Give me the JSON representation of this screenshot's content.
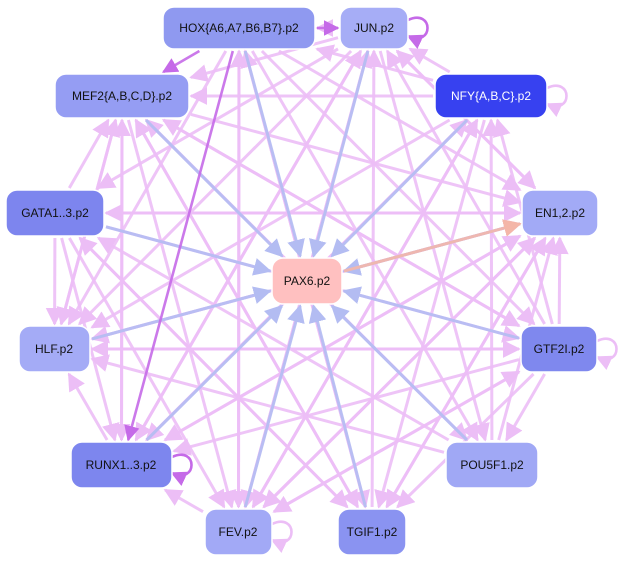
{
  "colors": {
    "edge_lavender": "#ecbef6",
    "edge_blue": "#b3bcf2",
    "edge_magenta": "#c56ae8",
    "node_outline": "#ffffff",
    "label_dark": "#111111",
    "label_light": "#ffffff"
  },
  "nodes": [
    {
      "id": "hox",
      "label": "HOX{A6,A7,B6,B7}.p2",
      "fill": "#8f99f0"
    },
    {
      "id": "jun",
      "label": "JUN.p2",
      "fill": "#a6adf6"
    },
    {
      "id": "mef2",
      "label": "MEF2{A,B,C,D}.p2",
      "fill": "#959df3"
    },
    {
      "id": "nfy",
      "label": "NFY{A,B,C}.p2",
      "fill": "#3741f0"
    },
    {
      "id": "gata",
      "label": "GATA1..3.p2",
      "fill": "#7d85ee"
    },
    {
      "id": "en",
      "label": "EN1,2.p2",
      "fill": "#a2aaf6"
    },
    {
      "id": "pax6",
      "label": "PAX6.p2",
      "fill": "#ffc0c0"
    },
    {
      "id": "hlf",
      "label": "HLF.p2",
      "fill": "#a4abf6"
    },
    {
      "id": "gtf2i",
      "label": "GTF2I.p2",
      "fill": "#7f88ee"
    },
    {
      "id": "runx",
      "label": "RUNX1..3.p2",
      "fill": "#7d86ee"
    },
    {
      "id": "pou5f1",
      "label": "POU5F1.p2",
      "fill": "#a0a8f5"
    },
    {
      "id": "fev",
      "label": "FEV.p2",
      "fill": "#a2a9f6"
    },
    {
      "id": "tgif1",
      "label": "TGIF1.p2",
      "fill": "#8a93f1"
    }
  ],
  "edges": [
    {
      "from": "hox",
      "to": "jun",
      "kind": "magenta"
    },
    {
      "from": "jun",
      "to": "hox",
      "kind": "lavender"
    },
    {
      "from": "hox",
      "to": "mef2",
      "kind": "magenta"
    },
    {
      "from": "hox",
      "to": "runx",
      "kind": "magenta"
    },
    {
      "from": "hox",
      "to": "pax6",
      "kind": "blue"
    },
    {
      "from": "hox",
      "to": "en",
      "kind": "lavender"
    },
    {
      "from": "hox",
      "to": "tgif1",
      "kind": "lavender"
    },
    {
      "from": "hox",
      "to": "fev",
      "kind": "lavender"
    },
    {
      "from": "hox",
      "to": "hlf",
      "kind": "lavender"
    },
    {
      "from": "hox",
      "to": "pou5f1",
      "kind": "lavender"
    },
    {
      "from": "hox",
      "to": "gtf2i",
      "kind": "lavender"
    },
    {
      "from": "jun",
      "to": "mef2",
      "kind": "lavender"
    },
    {
      "from": "jun",
      "to": "pax6",
      "kind": "blue"
    },
    {
      "from": "jun",
      "to": "hlf",
      "kind": "lavender"
    },
    {
      "from": "jun",
      "to": "gata",
      "kind": "lavender"
    },
    {
      "from": "jun",
      "to": "runx",
      "kind": "lavender"
    },
    {
      "from": "jun",
      "to": "en",
      "kind": "lavender"
    },
    {
      "from": "jun",
      "to": "pou5f1",
      "kind": "lavender"
    },
    {
      "from": "jun",
      "to": "fev",
      "kind": "lavender"
    },
    {
      "from": "nfy",
      "to": "jun",
      "kind": "lavender"
    },
    {
      "from": "nfy",
      "to": "mef2",
      "kind": "lavender"
    },
    {
      "from": "nfy",
      "to": "pax6",
      "kind": "blue"
    },
    {
      "from": "nfy",
      "to": "hlf",
      "kind": "lavender"
    },
    {
      "from": "nfy",
      "to": "runx",
      "kind": "lavender"
    },
    {
      "from": "nfy",
      "to": "fev",
      "kind": "lavender"
    },
    {
      "from": "nfy",
      "to": "tgif1",
      "kind": "lavender"
    },
    {
      "from": "nfy",
      "to": "hox",
      "kind": "lavender"
    },
    {
      "from": "mef2",
      "to": "pax6",
      "kind": "blue"
    },
    {
      "from": "mef2",
      "to": "en",
      "kind": "lavender"
    },
    {
      "from": "mef2",
      "to": "gtf2i",
      "kind": "lavender"
    },
    {
      "from": "mef2",
      "to": "pou5f1",
      "kind": "lavender"
    },
    {
      "from": "mef2",
      "to": "tgif1",
      "kind": "lavender"
    },
    {
      "from": "mef2",
      "to": "fev",
      "kind": "lavender"
    },
    {
      "from": "mef2",
      "to": "runx",
      "kind": "lavender"
    },
    {
      "from": "mef2",
      "to": "hlf",
      "kind": "lavender"
    },
    {
      "from": "gata",
      "to": "pax6",
      "kind": "blue"
    },
    {
      "from": "gata",
      "to": "mef2",
      "kind": "lavender"
    },
    {
      "from": "gata",
      "to": "hlf",
      "kind": "lavender"
    },
    {
      "from": "gata",
      "to": "runx",
      "kind": "lavender"
    },
    {
      "from": "gata",
      "to": "fev",
      "kind": "lavender"
    },
    {
      "from": "gata",
      "to": "en",
      "kind": "lavender"
    },
    {
      "from": "gata",
      "to": "tgif1",
      "kind": "lavender"
    },
    {
      "from": "gata",
      "to": "gtf2i",
      "kind": "lavender"
    },
    {
      "from": "en",
      "to": "pax6",
      "kind": "blue"
    },
    {
      "from": "en",
      "to": "gata",
      "kind": "lavender"
    },
    {
      "from": "en",
      "to": "jun",
      "kind": "lavender"
    },
    {
      "from": "en",
      "to": "hlf",
      "kind": "lavender"
    },
    {
      "from": "en",
      "to": "runx",
      "kind": "lavender"
    },
    {
      "from": "en",
      "to": "fev",
      "kind": "lavender"
    },
    {
      "from": "en",
      "to": "tgif1",
      "kind": "lavender"
    },
    {
      "from": "hlf",
      "to": "pax6",
      "kind": "blue"
    },
    {
      "from": "hlf",
      "to": "en",
      "kind": "lavender"
    },
    {
      "from": "hlf",
      "to": "mef2",
      "kind": "lavender"
    },
    {
      "from": "hlf",
      "to": "gtf2i",
      "kind": "lavender"
    },
    {
      "from": "gtf2i",
      "to": "pax6",
      "kind": "blue"
    },
    {
      "from": "gtf2i",
      "to": "en",
      "kind": "lavender"
    },
    {
      "from": "gtf2i",
      "to": "nfy",
      "kind": "lavender"
    },
    {
      "from": "gtf2i",
      "to": "jun",
      "kind": "lavender"
    },
    {
      "from": "gtf2i",
      "to": "mef2",
      "kind": "lavender"
    },
    {
      "from": "gtf2i",
      "to": "runx",
      "kind": "lavender"
    },
    {
      "from": "gtf2i",
      "to": "hlf",
      "kind": "lavender"
    },
    {
      "from": "gtf2i",
      "to": "fev",
      "kind": "lavender"
    },
    {
      "from": "gtf2i",
      "to": "tgif1",
      "kind": "lavender"
    },
    {
      "from": "gtf2i",
      "to": "pou5f1",
      "kind": "lavender"
    },
    {
      "from": "runx",
      "to": "pax6",
      "kind": "blue"
    },
    {
      "from": "runx",
      "to": "en",
      "kind": "lavender"
    },
    {
      "from": "runx",
      "to": "mef2",
      "kind": "lavender"
    },
    {
      "from": "runx",
      "to": "jun",
      "kind": "lavender"
    },
    {
      "from": "runx",
      "to": "nfy",
      "kind": "lavender"
    },
    {
      "from": "runx",
      "to": "hlf",
      "kind": "lavender"
    },
    {
      "from": "pou5f1",
      "to": "pax6",
      "kind": "blue"
    },
    {
      "from": "pou5f1",
      "to": "en",
      "kind": "lavender"
    },
    {
      "from": "pou5f1",
      "to": "nfy",
      "kind": "lavender"
    },
    {
      "from": "pou5f1",
      "to": "mef2",
      "kind": "lavender"
    },
    {
      "from": "pou5f1",
      "to": "hlf",
      "kind": "lavender"
    },
    {
      "from": "pou5f1",
      "to": "gata",
      "kind": "lavender"
    },
    {
      "from": "fev",
      "to": "pax6",
      "kind": "blue"
    },
    {
      "from": "fev",
      "to": "hox",
      "kind": "lavender"
    },
    {
      "from": "fev",
      "to": "jun",
      "kind": "lavender"
    },
    {
      "from": "fev",
      "to": "gtf2i",
      "kind": "lavender"
    },
    {
      "from": "fev",
      "to": "runx",
      "kind": "lavender"
    },
    {
      "from": "fev",
      "to": "en",
      "kind": "lavender"
    },
    {
      "from": "fev",
      "to": "nfy",
      "kind": "lavender"
    },
    {
      "from": "tgif1",
      "to": "pax6",
      "kind": "blue"
    },
    {
      "from": "tgif1",
      "to": "jun",
      "kind": "lavender"
    },
    {
      "from": "tgif1",
      "to": "en",
      "kind": "lavender"
    },
    {
      "from": "tgif1",
      "to": "mef2",
      "kind": "lavender"
    },
    {
      "from": "tgif1",
      "to": "gata",
      "kind": "lavender"
    },
    {
      "from": "tgif1",
      "to": "hox",
      "kind": "lavender"
    },
    {
      "from": "pax6",
      "to": "en",
      "kind": "salmon"
    }
  ],
  "self_loops": [
    {
      "node": "jun",
      "kind": "magenta"
    },
    {
      "node": "nfy",
      "kind": "lavender"
    },
    {
      "node": "gtf2i",
      "kind": "lavender"
    },
    {
      "node": "runx",
      "kind": "magenta"
    },
    {
      "node": "fev",
      "kind": "lavender"
    }
  ]
}
